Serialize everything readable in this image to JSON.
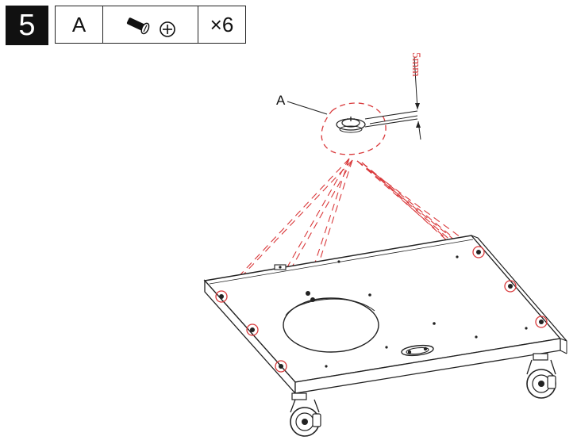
{
  "step": {
    "number": "5"
  },
  "parts": {
    "label": "A",
    "icon": "screw-icon",
    "quantity": "×6"
  },
  "callout": {
    "label": "A",
    "dimension": "5mm"
  },
  "colors": {
    "line": "#222222",
    "highlight": "#d9383a",
    "badge": "#111111"
  }
}
